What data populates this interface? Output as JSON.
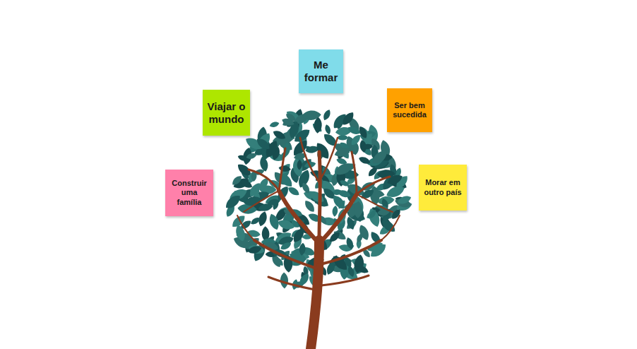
{
  "diagram": {
    "nodes": [
      {
        "text": [
          "Construir uma família"
        ]
      },
      {
        "text": [
          "Viajar o mundo"
        ]
      },
      {
        "text": [
          "Me formar"
        ]
      },
      {
        "text": [
          "Ser bem sucedida"
        ]
      },
      {
        "text": [
          "Morar em outro país"
        ]
      }
    ]
  }
}
